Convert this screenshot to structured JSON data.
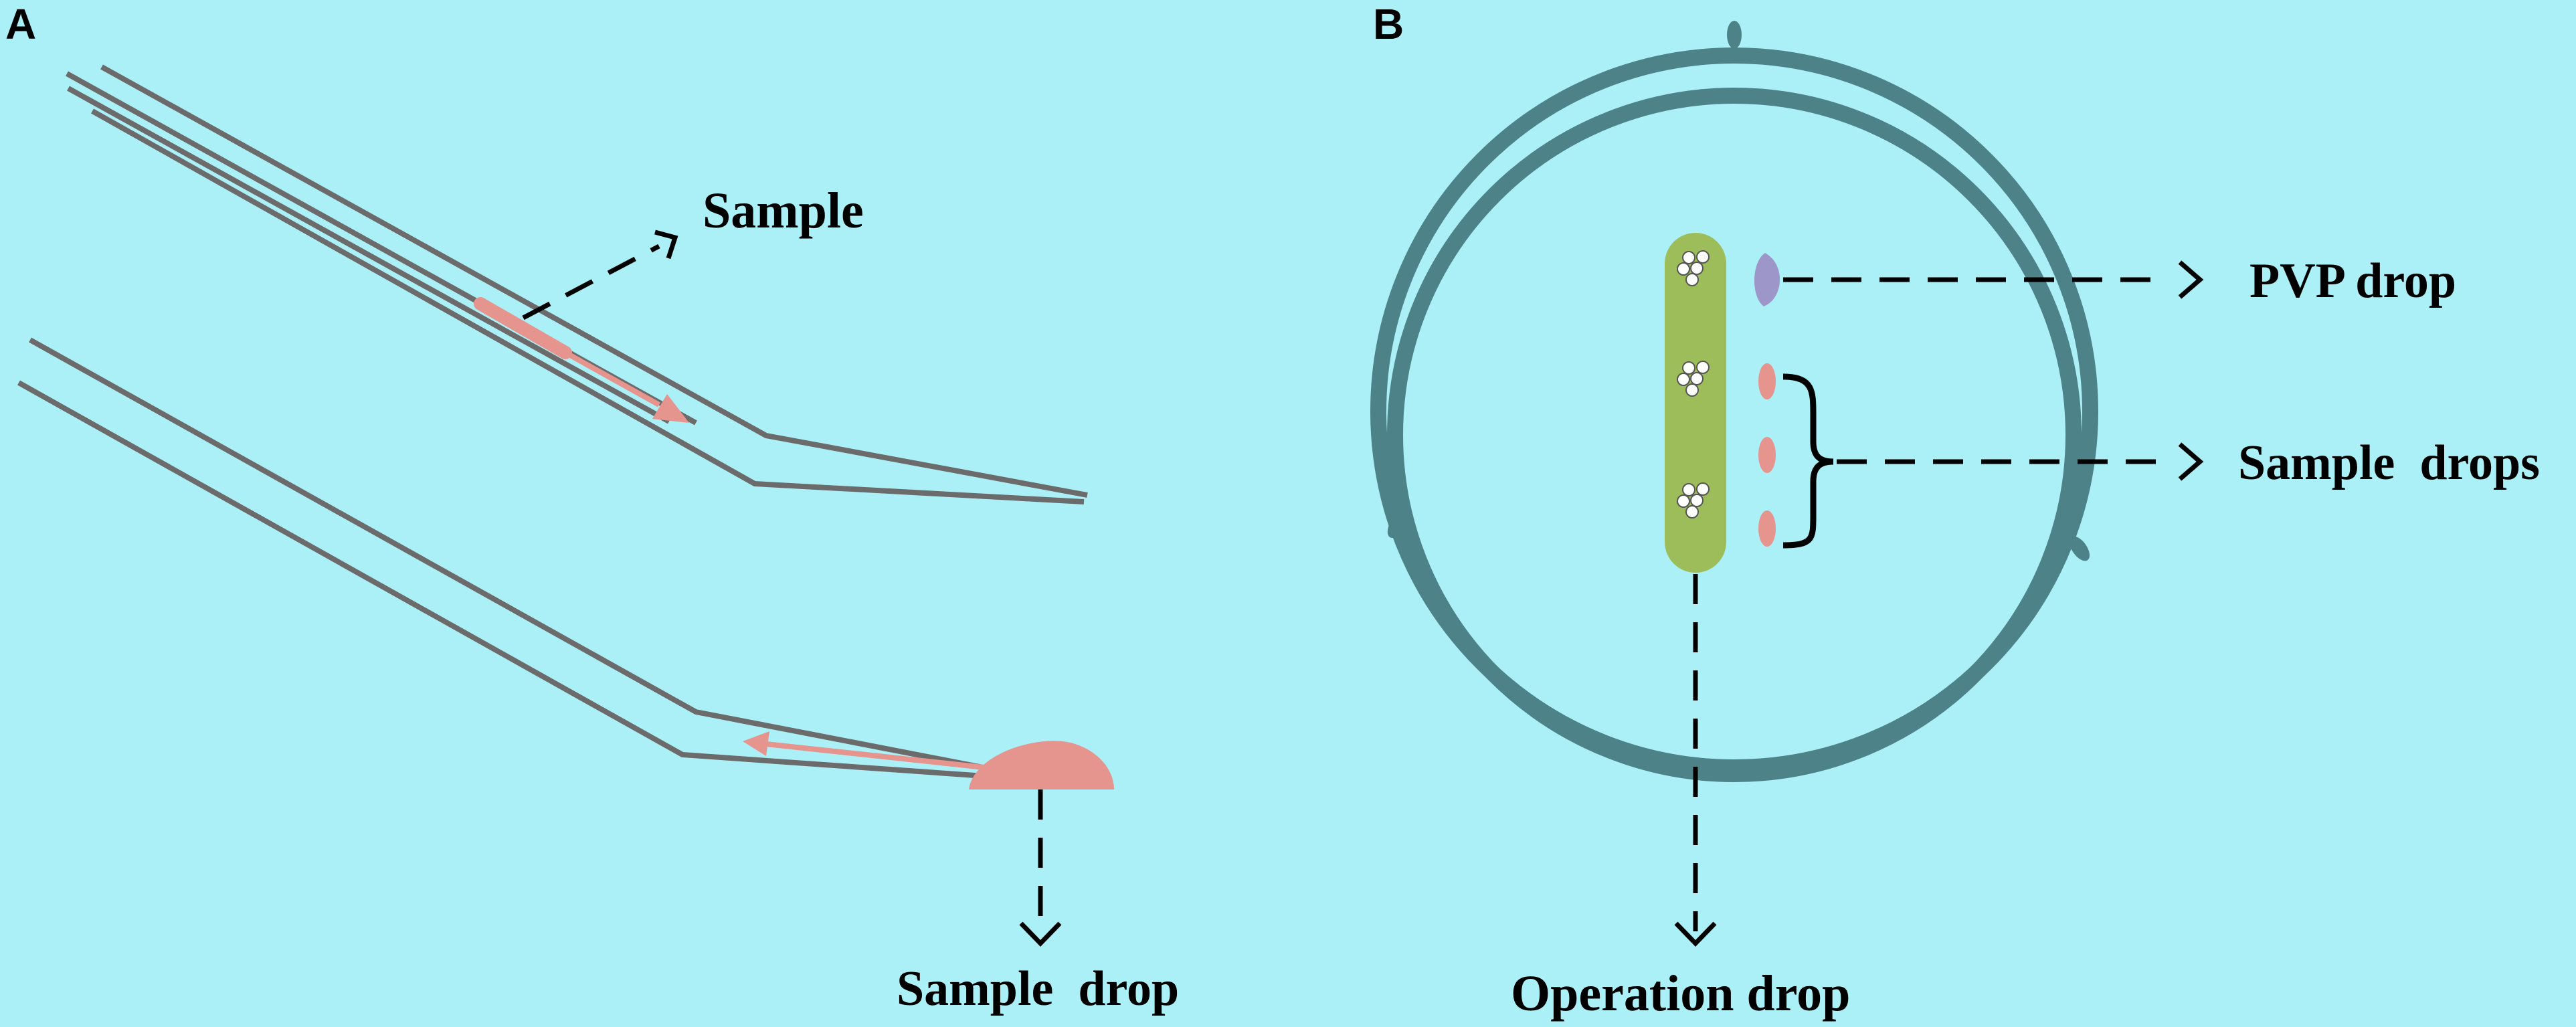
{
  "panels": [
    {
      "letter": "A",
      "labels": {
        "sample": "Sample",
        "sample_drop": "Sample  drop"
      }
    },
    {
      "letter": "B",
      "labels": {
        "pvp_drop": "PVP drop",
        "sample_drops": "Sample  drops",
        "operation_drop": "Operation drop"
      }
    }
  ],
  "colors": {
    "background": "#acf0f7",
    "pipette_line": "#6b6b6b",
    "sample_pink": "#e6948e",
    "dish_ring": "#4d8289",
    "dish_fill": "#b1ebf2",
    "operation_drop": "#9cbd59",
    "pvp_drop": "#9d97c9"
  }
}
